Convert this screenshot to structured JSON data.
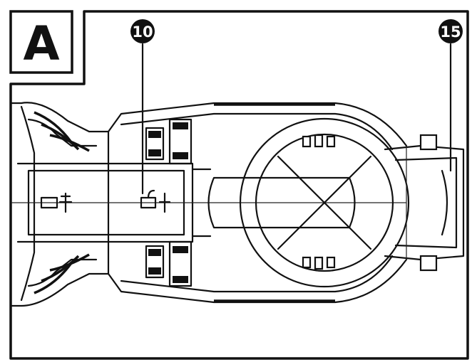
{
  "panel": {
    "letter": "A"
  },
  "callouts": [
    {
      "id": "callout-10",
      "label": "10"
    },
    {
      "id": "callout-15",
      "label": "15"
    }
  ],
  "colors": {
    "ink": "#111111",
    "paper": "#ffffff"
  }
}
